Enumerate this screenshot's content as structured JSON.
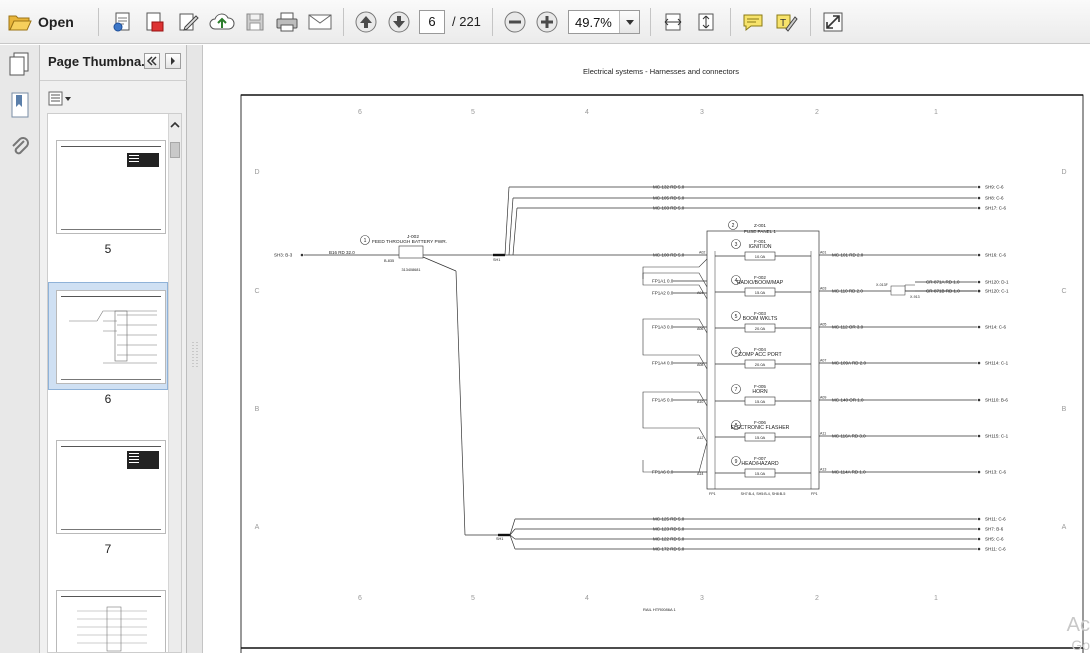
{
  "toolbar": {
    "open_label": "Open",
    "current_page": "6",
    "page_total": "/ 221",
    "zoom": "49.7%",
    "icons": [
      "folder-open-icon",
      "create-pdf-icon",
      "export-icon",
      "edit-icon",
      "upload-icon",
      "save-icon",
      "print-icon",
      "email-icon",
      "previous-page-icon",
      "next-page-icon",
      "zoom-out-icon",
      "zoom-in-icon",
      "fit-width-icon",
      "fit-page-icon",
      "comment-icon",
      "highlight-icon",
      "fullscreen-icon"
    ]
  },
  "sidebar": {
    "title": "Page Thumbna...",
    "thumbnails": [
      {
        "page": "5"
      },
      {
        "page": "6",
        "selected": true
      },
      {
        "page": "7"
      }
    ]
  },
  "document": {
    "header": "Electrical systems - Harnesses and connectors",
    "footer_ref": "RAIL HTR0086A  1",
    "col_labels_top": [
      "6",
      "5",
      "4",
      "3",
      "2",
      "1"
    ],
    "row_labels": [
      "D",
      "C",
      "B",
      "A"
    ],
    "connector_j002": {
      "id": "J-002",
      "name": "FEED THROUGH BATTERY PWR.",
      "num": "1",
      "pin": "B-835",
      "part": "313408681"
    },
    "source": {
      "sheet": "SH3: B-3",
      "wire": "B16",
      "color": "RD",
      "gauge": "32.0"
    },
    "junction_top": "SH1",
    "junction_bottom": "SH1",
    "top_wires": [
      {
        "id": "MC-132",
        "color": "RD",
        "gauge": "5.0",
        "dest": "SH9: C-6"
      },
      {
        "id": "MC-105",
        "color": "RD",
        "gauge": "5.0",
        "dest": "SH8: C-6"
      },
      {
        "id": "MC-103",
        "color": "RD",
        "gauge": "5.0",
        "dest": "SH17: C-6"
      }
    ],
    "bottom_wires": [
      {
        "id": "MC-125",
        "color": "RD",
        "gauge": "5.0",
        "dest": "SH11: C-6"
      },
      {
        "id": "MC-123",
        "color": "RD",
        "gauge": "5.0",
        "dest": "SH7: B-6"
      },
      {
        "id": "MC-122",
        "color": "RD",
        "gauge": "5.0",
        "dest": "SH5: C-6"
      },
      {
        "id": "MC-172",
        "color": "RD",
        "gauge": "5.0",
        "dest": "SH11: C-6"
      }
    ],
    "feed_wire": {
      "id": "MC-100",
      "color": "RD",
      "gauge": "5.0",
      "pin": "A02"
    },
    "fuse_panel": {
      "num": "2",
      "id": "Z-001",
      "name": "FUSE PANEL 1",
      "foot_left": "FP1",
      "foot_right": "FP1",
      "foot_mid": "SH7:B-4,  SH5:B-4,  SH8:B-5"
    },
    "fuses": [
      {
        "num": "3",
        "id": "F-001",
        "name": "IGNITION",
        "rating": "10.0A",
        "in_pin": "",
        "in_label": "",
        "out_pin": "A01",
        "out_wire": "MC-101",
        "out_color": "RD",
        "out_gauge": "2.0",
        "dest": "SH16: C-6"
      },
      {
        "num": "4",
        "id": "F-002",
        "name": "RADIO/BOOM/MAP",
        "rating": "15.0A",
        "in_pin": "A04",
        "in_label": "FP1A1  0.0",
        "in_label2": "FP1A2  0.0",
        "out_pin": "A03",
        "out_wire": "MC-110",
        "out_color": "RD",
        "out_gauge": "2.0",
        "dest": "SH120: C-1"
      },
      {
        "num": "5",
        "id": "F-003",
        "name": "BOOM WKLTS",
        "rating": "20.0A",
        "in_pin": "A06",
        "in_label": "FP1A3  0.0",
        "out_pin": "A05",
        "out_wire": "MC-112",
        "out_color": "OR",
        "out_gauge": "3.0",
        "dest": "SH14: C-6"
      },
      {
        "num": "6",
        "id": "F-004",
        "name": "COMP ACC PORT",
        "rating": "20.0A",
        "in_pin": "A08",
        "in_label": "FP1A4  0.0",
        "out_pin": "A07",
        "out_wire": "MC-109A",
        "out_color": "RD",
        "out_gauge": "2.0",
        "dest": "SH114: C-1"
      },
      {
        "num": "7",
        "id": "F-005",
        "name": "HORN",
        "rating": "15.0A",
        "in_pin": "A10",
        "in_label": "FP1A5  0.0",
        "out_pin": "A09",
        "out_wire": "MC-140",
        "out_color": "OR",
        "out_gauge": "1.0",
        "dest": "SH110: B-6"
      },
      {
        "num": "8",
        "id": "F-006",
        "name": "ELECTRONIC FLASHER",
        "rating": "15.0A",
        "in_pin": "A12",
        "in_label": "",
        "out_pin": "A11",
        "out_wire": "MC-116A",
        "out_color": "RD",
        "out_gauge": "3.0",
        "dest": "SH115: C-1"
      },
      {
        "num": "9",
        "id": "F-007",
        "name": "HEAD/HAZARD",
        "rating": "15.0A",
        "in_pin": "A14",
        "in_label": "FP1A6  0.0",
        "out_pin": "A13",
        "out_wire": "MC-114A",
        "out_color": "RD",
        "out_gauge": "1.0",
        "dest": "SH13: C-6"
      }
    ],
    "relay": {
      "id": "X-013F",
      "pin": "X-913",
      "wire_a": "CR-871A",
      "wire_a_color": "RD",
      "wire_a_gauge": "1.0",
      "dest_a": "SH120: D-1",
      "wire_b": "CR-871B",
      "wire_b_color": "RD",
      "wire_b_gauge": "1.0",
      "dest_b": "SH120: C-1"
    }
  },
  "watermark": {
    "line1": "Ac",
    "line2": "Go"
  },
  "colors": {
    "accent_select": "#cfe0f3",
    "toolbar_bg": "#ebebeb",
    "ink": "#222222"
  }
}
